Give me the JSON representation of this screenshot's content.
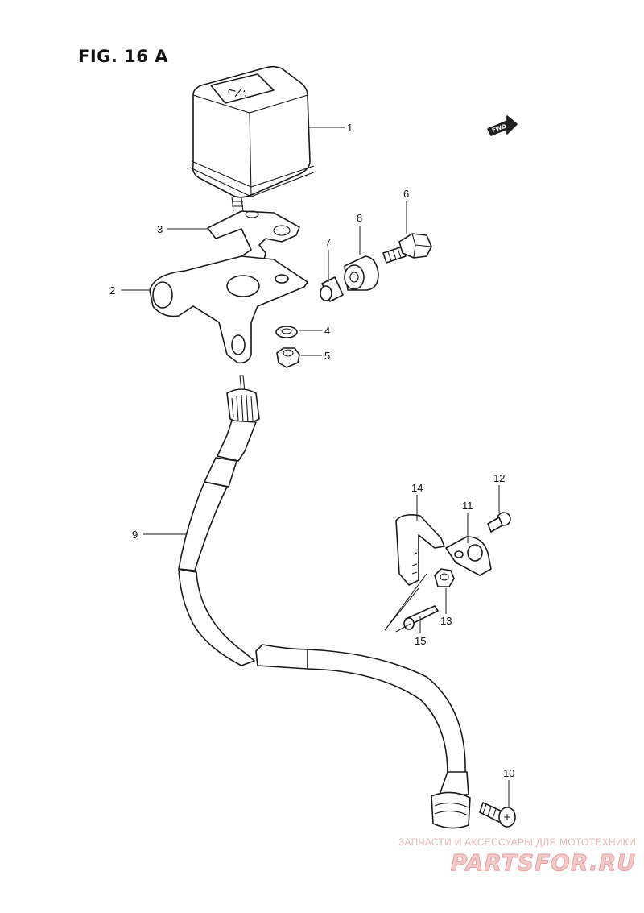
{
  "figure": {
    "title": "FIG. 16 A",
    "direction_tag": "FWD"
  },
  "callouts": [
    "1",
    "2",
    "3",
    "4",
    "5",
    "6",
    "7",
    "8",
    "9",
    "10",
    "11",
    "12",
    "13",
    "14",
    "15"
  ],
  "watermark": {
    "tagline": "ЗАПЧАСТИ И АКСЕССУАРЫ ДЛЯ МОТОТЕХНИКИ",
    "logo": "PARTSFOR.RU"
  },
  "colors": {
    "line": "#1a1a1a",
    "background": "#ffffff",
    "watermark": "#e79d9d"
  }
}
